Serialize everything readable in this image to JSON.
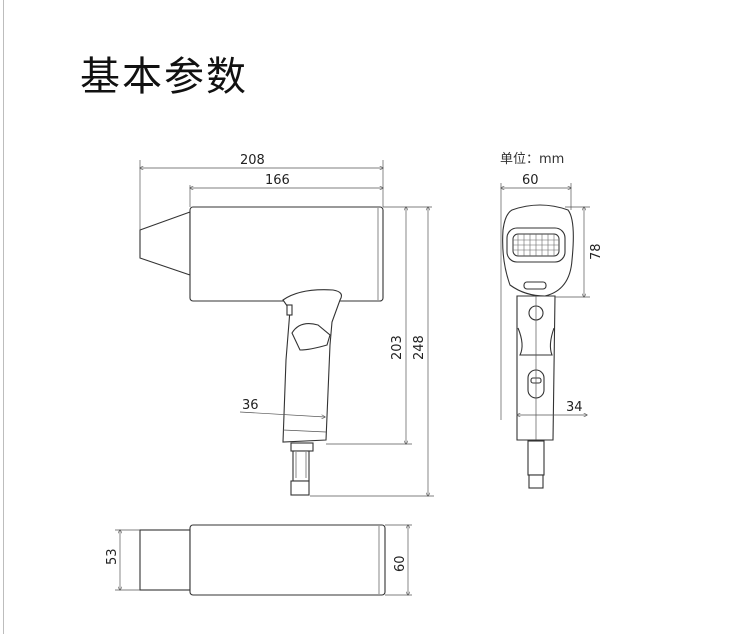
{
  "title": "基本参数",
  "unit_label": "单位：mm",
  "side_view": {
    "total_length": "208",
    "body_length": "166",
    "handle_width": "36",
    "handle_height": "203",
    "total_height": "248"
  },
  "front_view": {
    "width": "60",
    "head_height": "78",
    "handle_width": "34"
  },
  "top_view": {
    "nozzle_height": "53",
    "body_height": "60"
  }
}
